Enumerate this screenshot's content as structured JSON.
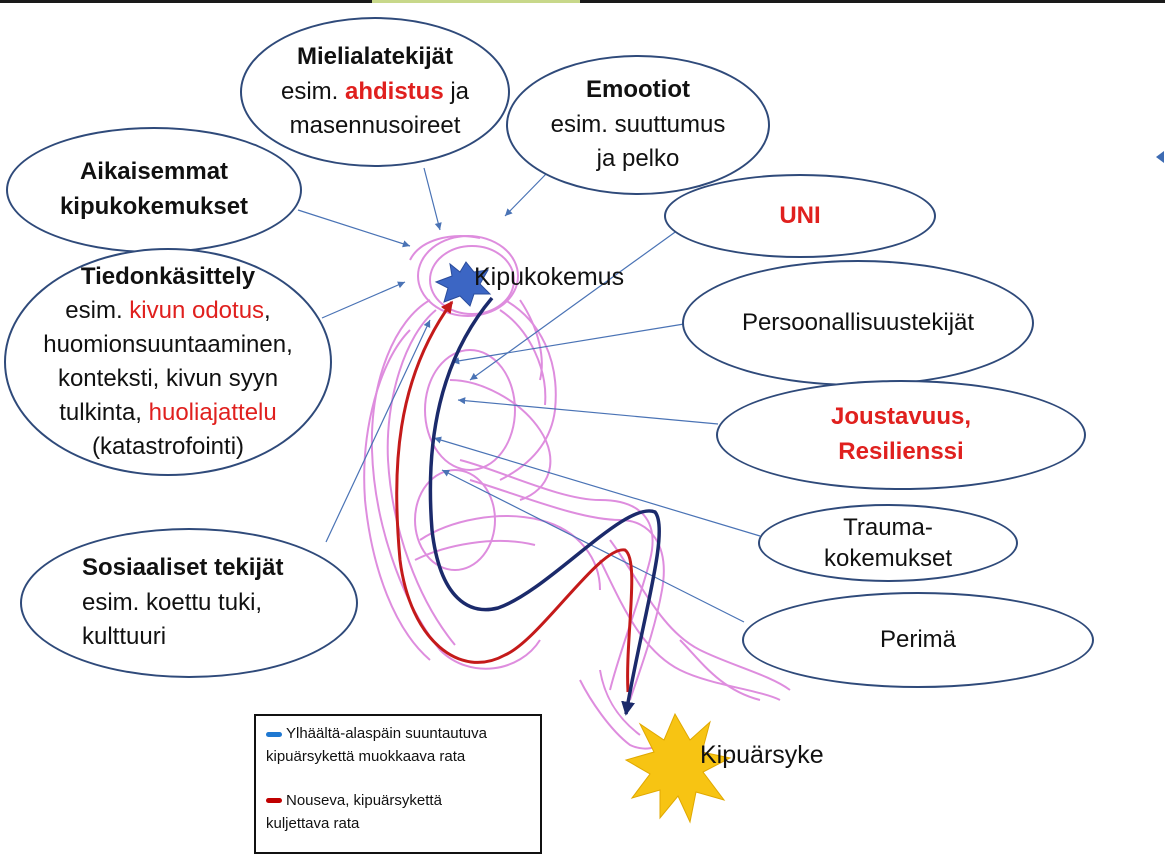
{
  "bubbles": {
    "mood": {
      "title": "Mielialatekijät",
      "l2a": "esim. ",
      "l2b": "ahdistus",
      "l2c": " ja",
      "l3": "masennusoireet"
    },
    "emotions": {
      "title": "Emootiot",
      "l2": "esim. suuttumus",
      "l3": "ja pelko"
    },
    "past": {
      "l1": "Aikaisemmat",
      "l2": "kipukokemukset"
    },
    "cognition": {
      "title": "Tiedonkäsittely",
      "l2a": "esim. ",
      "l2b": "kivun odotus",
      "l2c": ",",
      "l3": "huomionsuuntaaminen,",
      "l4": "konteksti, kivun syyn",
      "l5a": "tulkinta, ",
      "l5b": "huoliajattelu",
      "l6": "(katastrofointi)"
    },
    "social": {
      "title": "Sosiaaliset tekijät",
      "l2": "esim. koettu tuki,",
      "l3": "kulttuuri"
    },
    "sleep": {
      "title": "UNI"
    },
    "personality": {
      "title": "Persoonallisuustekijät"
    },
    "resilience": {
      "l1": "Joustavuus,",
      "l2": "Resilienssi"
    },
    "trauma": {
      "l1": "Trauma-",
      "l2": "kokemukset"
    },
    "genetics": {
      "title": "Perimä"
    }
  },
  "labels": {
    "pain_experience": "Kipukokemus",
    "pain_stimulus": "Kipuärsyke"
  },
  "legend": {
    "descending": {
      "l1": "Ylhäältä-alaspäin suuntautuva",
      "l2": "kipuärsykettä muokkaava rata",
      "color": "#1f78d1"
    },
    "ascending": {
      "l1": "Nouseva, kipuärsykettä",
      "l2": "kuljettava rata",
      "color": "#c00000"
    }
  },
  "colors": {
    "descending_path": "#1b2a6b",
    "ascending_path": "#c41a1a",
    "figure": "#d97ad9",
    "starburst": "#f7c413",
    "brain_burst": "#3c66c4",
    "connector": "#4a73b5"
  }
}
